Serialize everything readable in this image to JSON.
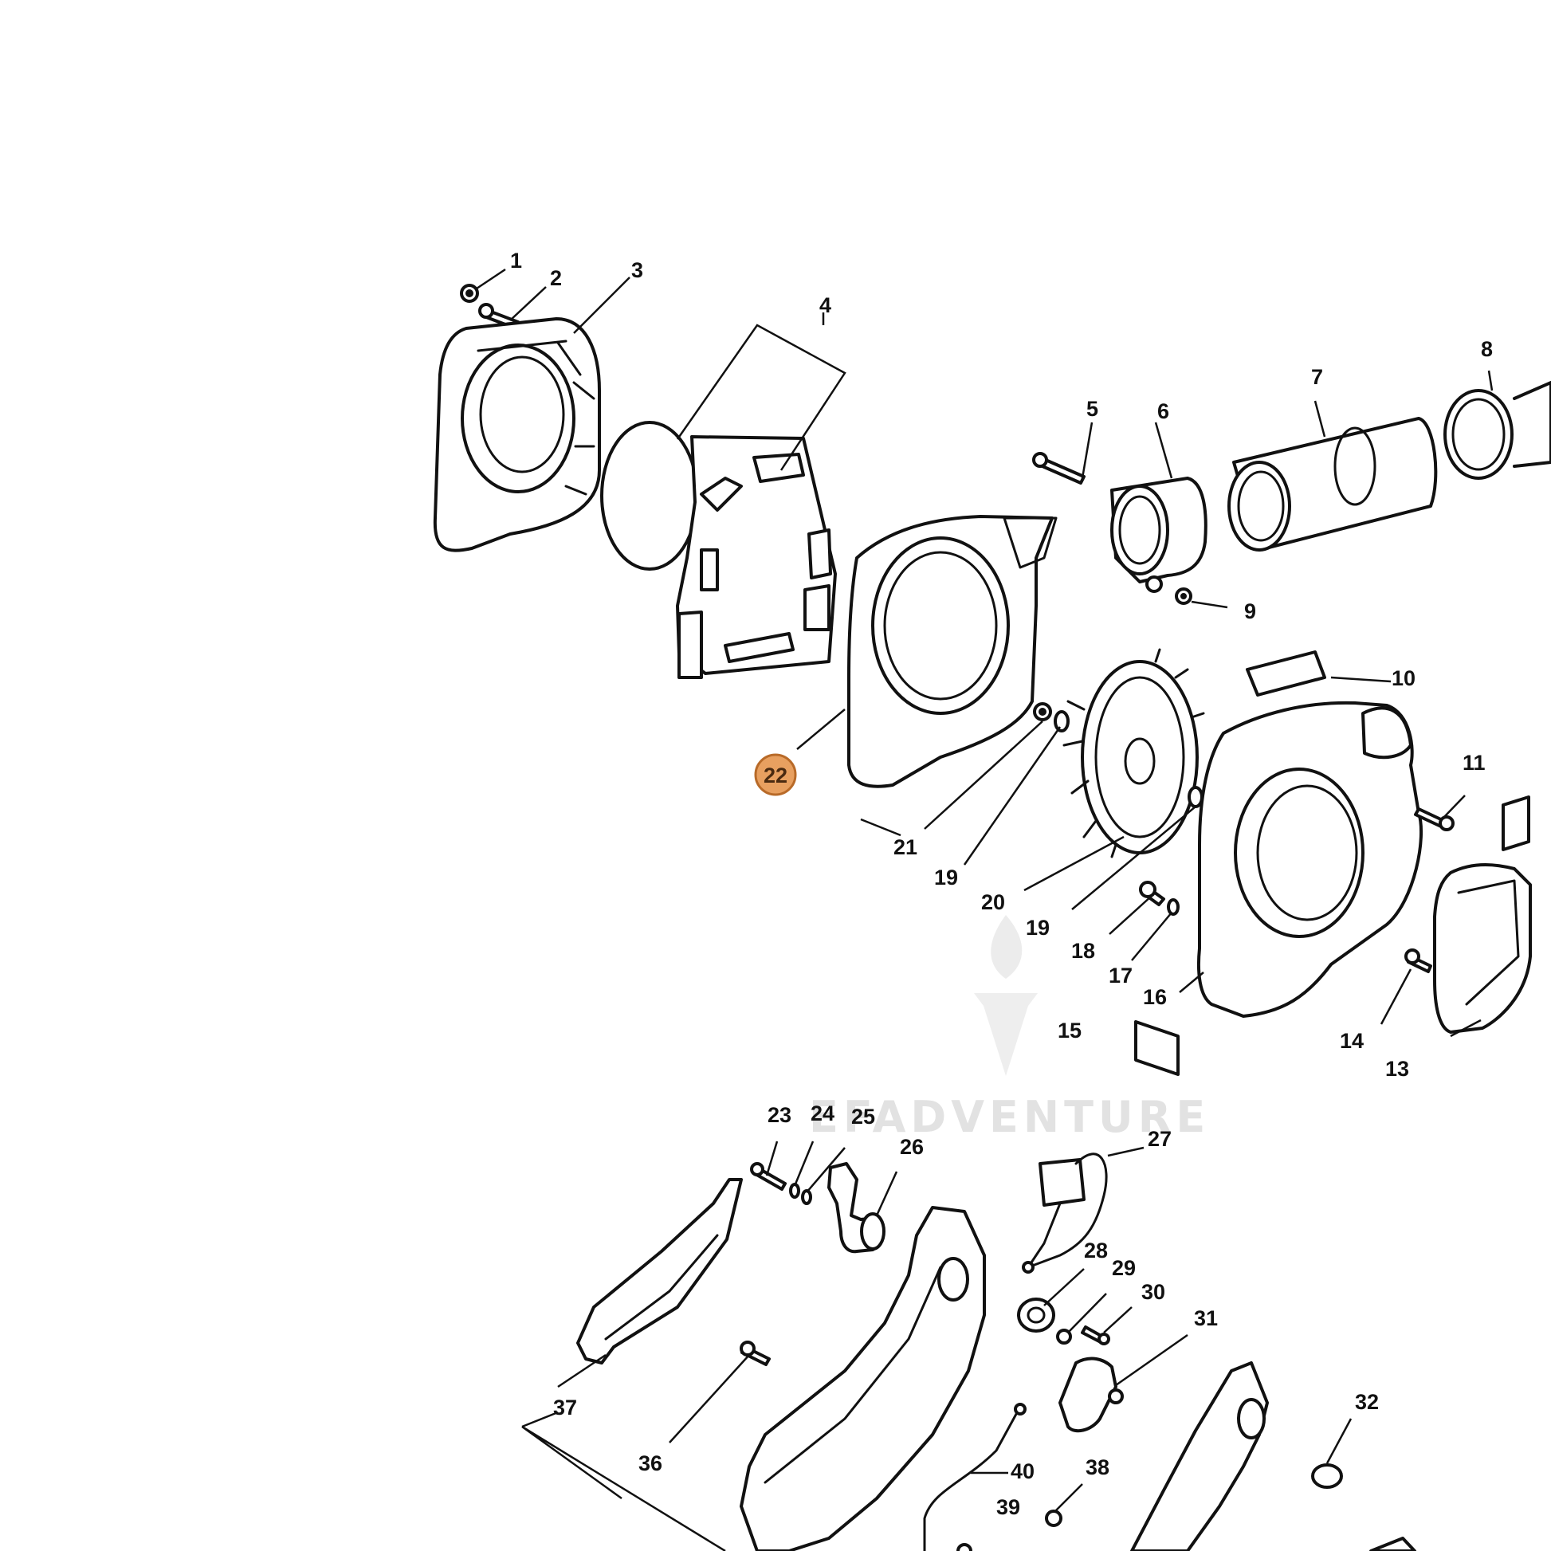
{
  "watermark": {
    "text": "EFADVENTURE"
  },
  "highlighted_callout": "22",
  "callouts": {
    "c1": "1",
    "c2": "2",
    "c3": "3",
    "c4": "4",
    "c5": "5",
    "c6": "6",
    "c7": "7",
    "c8": "8",
    "c9": "9",
    "c10": "10",
    "c11": "11",
    "c13": "13",
    "c14": "14",
    "c15": "15",
    "c16": "16",
    "c17": "17",
    "c18": "18",
    "c19a": "19",
    "c19b": "19",
    "c20": "20",
    "c21": "21",
    "c23": "23",
    "c24": "24",
    "c25": "25",
    "c26": "26",
    "c27": "27",
    "c28": "28",
    "c29": "29",
    "c30": "30",
    "c31": "31",
    "c32": "32",
    "c36": "36",
    "c37": "37",
    "c38": "38",
    "c39": "39",
    "c40": "40"
  }
}
